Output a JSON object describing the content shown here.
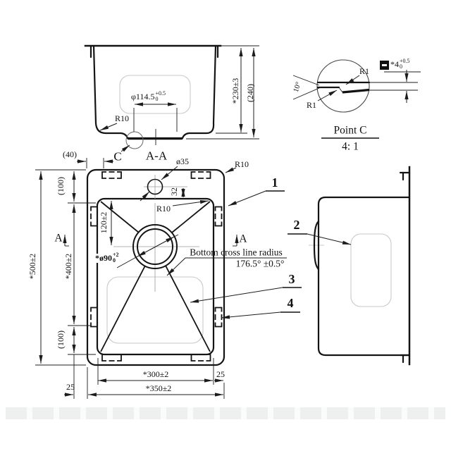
{
  "section_view": {
    "title": "A-A",
    "detail_label": "C",
    "radius_label": "R10",
    "drain_dia": {
      "value": "φ114.5",
      "tol_up": "+0.5",
      "tol_dn": "0"
    },
    "depth_dim": "*230±3",
    "depth_ref_dim": "(240)"
  },
  "detail_view": {
    "title": "Point C",
    "scale": "4: 1",
    "radius_upper": "R1",
    "radius_lower": "R1",
    "angle": "10°",
    "thickness_dim": {
      "value": "*4",
      "tol_up": "+0.5",
      "tol_dn": "0"
    }
  },
  "plan_view": {
    "hole_dia": "ø35",
    "hole_offset_dim": "32",
    "outer_radius_label": "R10",
    "bowl_radius_label": "R10",
    "drain_dim": {
      "value": "*ø90",
      "tol_up": "+2",
      "tol_dn": "0"
    },
    "drain_offset_dim": "120±2",
    "inner_width_dim": "*300±2",
    "outer_width_dim": "*350±2",
    "outer_height_dim": "*500±2",
    "inner_height_dim": "*400±2",
    "top_ref_dim": "(100)",
    "bottom_ref_dim": "(100)",
    "corner_ref_dim": "(40)",
    "left_margin_dim": "25",
    "right_margin_dim": "25",
    "section_arrow_left": "A",
    "section_arrow_right": "A",
    "note_line1": "Bottom cross line radius",
    "note_line2": "176.5° ±0.5°"
  },
  "callouts": {
    "item1": "1",
    "item2": "2",
    "item3": "3",
    "item4": "4"
  }
}
